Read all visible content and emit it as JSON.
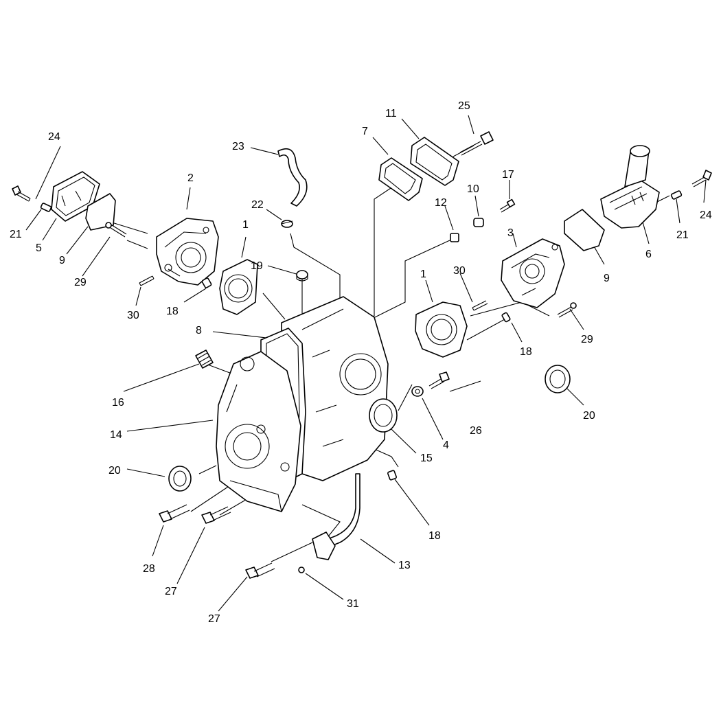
{
  "callouts": {
    "c24a": "24",
    "c21a": "21",
    "c5": "5",
    "c9a": "9",
    "c29a": "29",
    "c2": "2",
    "c30a": "30",
    "c18a": "18",
    "c23": "23",
    "c22": "22",
    "c1a": "1",
    "c19": "19",
    "c7": "7",
    "c11": "11",
    "c25": "25",
    "c10": "10",
    "c12": "12",
    "c17": "17",
    "c3": "3",
    "c30b": "30",
    "c1b": "1",
    "c24b": "24",
    "c21b": "21",
    "c6": "6",
    "c9b": "9",
    "c29b": "29",
    "c18b": "18",
    "c8": "8",
    "c16": "16",
    "c14": "14",
    "c20a": "20",
    "c20b": "20",
    "c4": "4",
    "c26": "26",
    "c15": "15",
    "c18c": "18",
    "c13": "13",
    "c28": "28",
    "c27a": "27",
    "c27b": "27",
    "c31": "31"
  }
}
